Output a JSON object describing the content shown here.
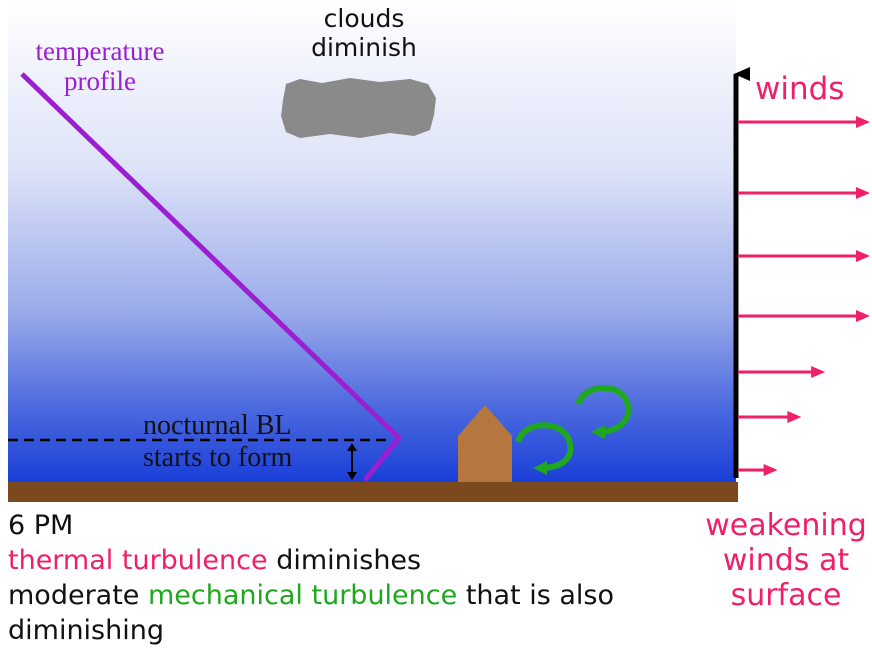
{
  "labels": {
    "temperature_profile": [
      "temperature",
      "profile"
    ],
    "clouds": [
      "clouds",
      "diminish"
    ],
    "winds": "winds",
    "nocturnal_bl": [
      "nocturnal BL",
      "starts to form"
    ],
    "weakening": [
      "weakening",
      "winds at",
      "surface"
    ]
  },
  "caption": {
    "time": "6 PM",
    "line2_colored": "thermal turbulence",
    "line2_rest": " diminishes",
    "line3_prefix": "moderate ",
    "line3_colored": "mechanical turbulence",
    "line3_rest": " that is also",
    "line4": "diminishing"
  },
  "colors": {
    "sky_top": "#ffffff",
    "sky_bottom": "#1a3fd8",
    "ground": "#7a4a1e",
    "temperature_profile": "#9b1fd0",
    "wind_arrows": "#ef1f6a",
    "mechanical_turbulence": "#1fa81f",
    "thermal_turbulence": "#ef1f6a",
    "cloud": "#8a8a8a",
    "house": "#b5773d"
  },
  "wind_profile": {
    "relative_strengths": [
      1,
      1,
      1,
      1,
      0.66,
      0.48,
      0.3
    ]
  }
}
